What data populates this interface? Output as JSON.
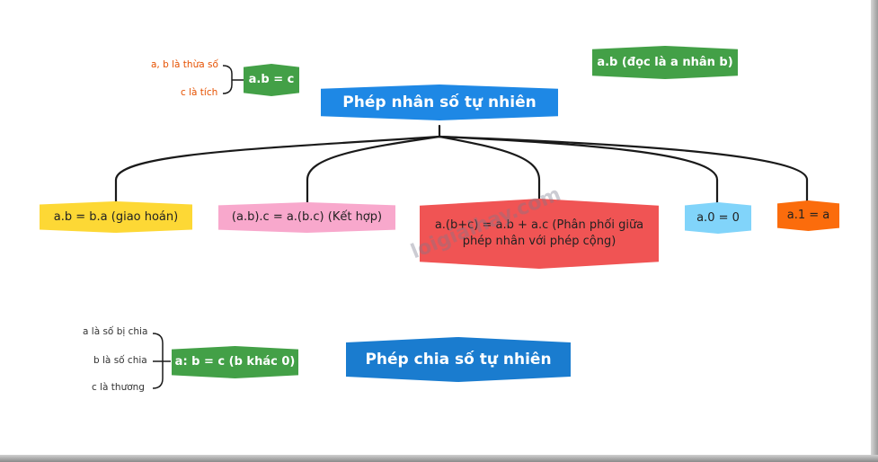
{
  "colors": {
    "blue": "#1e88e5",
    "blue_dark": "#1a7ccf",
    "green": "#43a047",
    "yellow": "#fdd835",
    "pink": "#f8a8cc",
    "red": "#f05454",
    "light_blue": "#81d4fa",
    "orange": "#fb6c0c",
    "annotation_orange": "#e65100",
    "line": "#1a1a1a"
  },
  "multiplication": {
    "title": "Phép nhân số tự nhiên",
    "definition": "a.b = c",
    "reading": "a.b (đọc là a nhân b)",
    "factor_note": "a, b là thừa số",
    "product_note": "c là tích",
    "properties": [
      {
        "id": "commutative",
        "label": "a.b = b.a (giao hoán)"
      },
      {
        "id": "associative",
        "label": "(a.b).c = a.(b.c) (Kết hợp)"
      },
      {
        "id": "distributive",
        "line1": "a.(b+c) = a.b + a.c (Phân phối giữa",
        "line2": "phép nhân với phép cộng)"
      },
      {
        "id": "zero",
        "label": "a.0 = 0"
      },
      {
        "id": "one",
        "label": "a.1 = a"
      }
    ]
  },
  "division": {
    "title": "Phép chia số tự nhiên",
    "definition": "a: b = c (b khác 0)",
    "notes": [
      "a là số bị chia",
      "b là số chia",
      "c là thương"
    ]
  },
  "watermark": "loigiaihay.com"
}
